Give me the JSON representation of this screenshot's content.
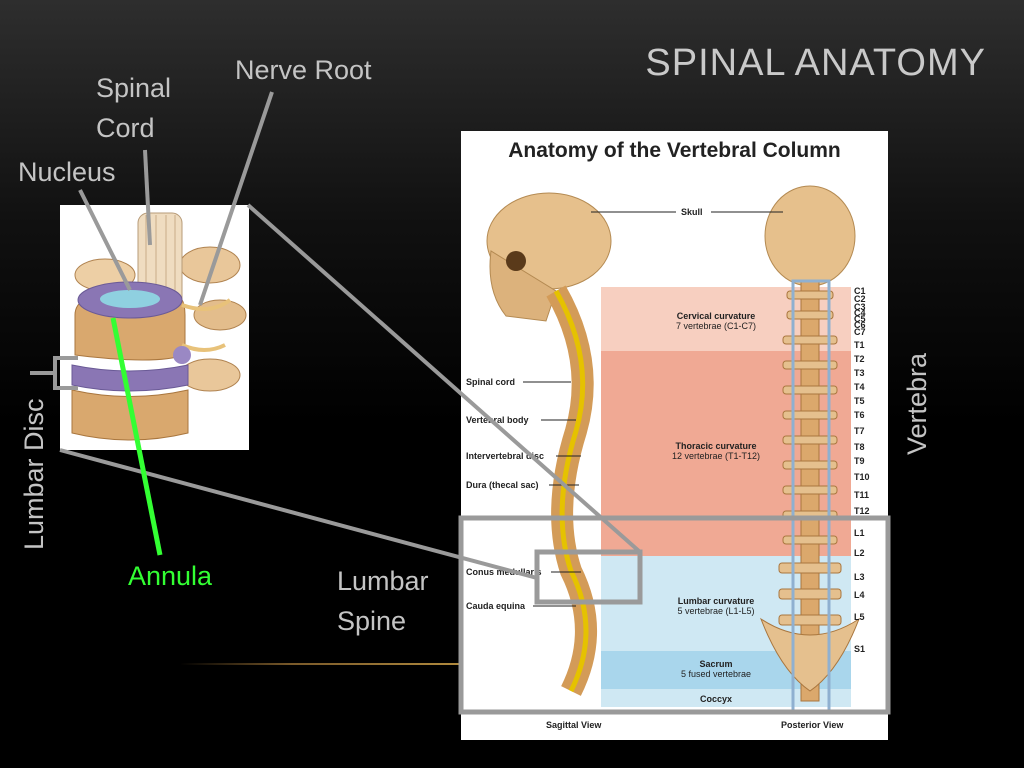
{
  "slide": {
    "title": "SPINAL ANATOMY"
  },
  "labels": {
    "nerve_root": "Nerve Root",
    "spinal_cord_line1": "Spinal",
    "spinal_cord_line2": "Cord",
    "nucleus": "Nucleus",
    "lumbar_disc": "Lumbar Disc",
    "annula": "Annula",
    "lumbar_spine_line1": "Lumbar",
    "lumbar_spine_line2": "Spine",
    "vertebra": "Vertebra"
  },
  "poster": {
    "title": "Anatomy of the Vertebral Column",
    "skull": "Skull",
    "left_labels": [
      "Spinal cord",
      "Vertebral body",
      "Intervertebral disc",
      "Dura (thecal sac)",
      "Conus medullaris",
      "Cauda equina"
    ],
    "cervical_title": "Cervical curvature",
    "cervical_sub": "7 vertebrae (C1-C7)",
    "thoracic_title": "Thoracic curvature",
    "thoracic_sub": "12 vertebrae (T1-T12)",
    "lumbar_title": "Lumbar curvature",
    "lumbar_sub": "5 vertebrae (L1-L5)",
    "sacrum_title": "Sacrum",
    "sacrum_sub": "5 fused vertebrae",
    "coccyx_title": "Coccyx",
    "sagittal_caption": "Sagittal View",
    "posterior_caption": "Posterior View",
    "vertebra_labels": [
      "C1",
      "C2",
      "C3",
      "C4",
      "C5",
      "C6",
      "C7",
      "T1",
      "T2",
      "T3",
      "T4",
      "T5",
      "T6",
      "T7",
      "T8",
      "T9",
      "T10",
      "T11",
      "T12",
      "L1",
      "L2",
      "L3",
      "L4",
      "L5",
      "S1"
    ]
  },
  "colors": {
    "cervical": "#f7cfc0",
    "thoracic": "#f0a994",
    "lumbar": "#cfe8f3",
    "sacrum": "#a9d6ec",
    "annula_green": "#33ff33",
    "callout_gray": "#9a9a9a",
    "highlight_blue": "#8fb0d0"
  }
}
